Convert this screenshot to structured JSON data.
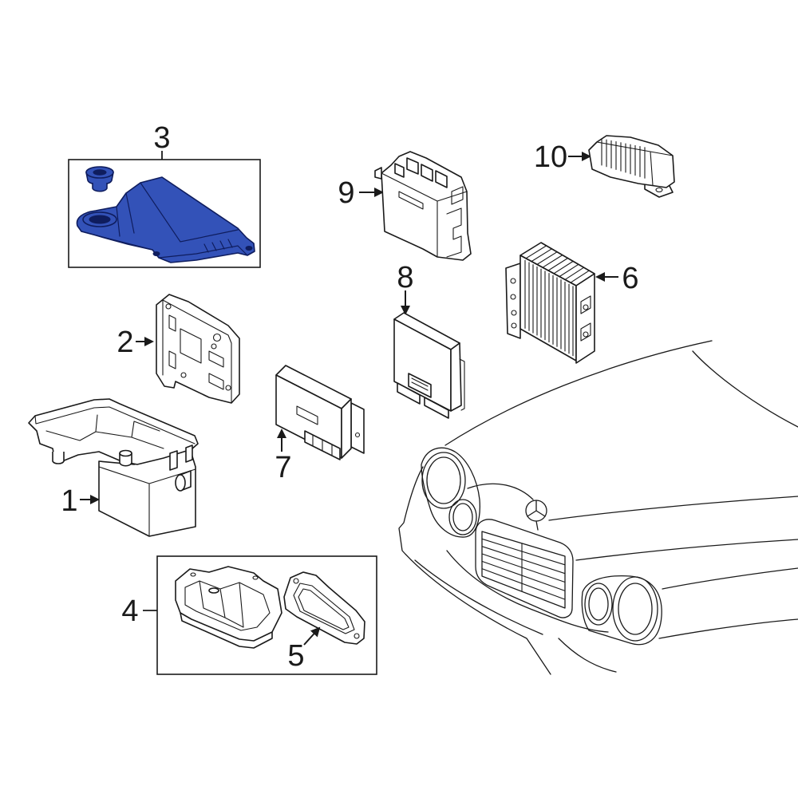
{
  "callouts": [
    "1",
    "2",
    "3",
    "4",
    "5",
    "6",
    "7",
    "8",
    "9",
    "10"
  ],
  "colors": {
    "outline": "#1a1a1a",
    "highlight": "#3352b8",
    "highlight_stroke": "#0f1d5e",
    "background": "#ffffff"
  }
}
